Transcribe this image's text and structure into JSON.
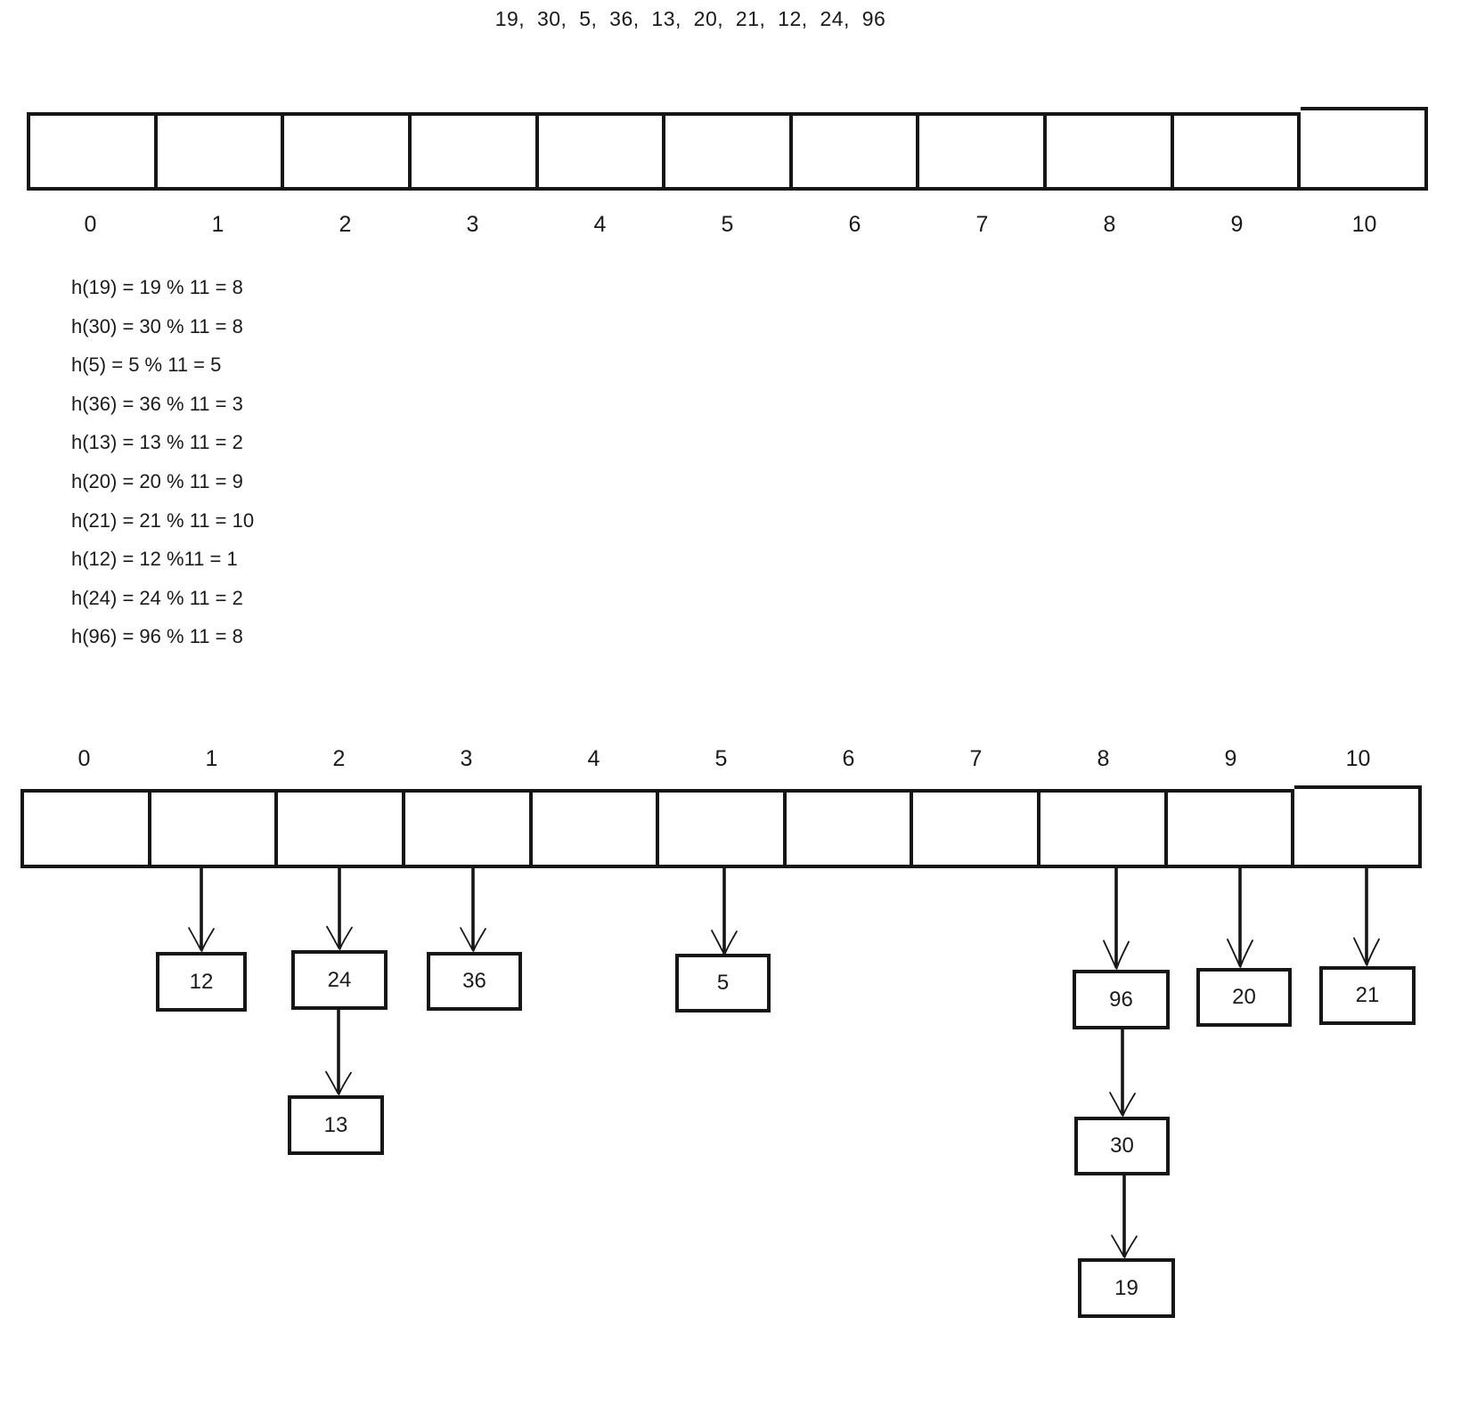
{
  "colors": {
    "ink": "#1a1a1a"
  },
  "sequence": "19,  30,  5,  36,  13,  20,  21,  12,  24,  96",
  "table_size": 11,
  "index_labels": [
    "0",
    "1",
    "2",
    "3",
    "4",
    "5",
    "6",
    "7",
    "8",
    "9",
    "10"
  ],
  "hash_lines": [
    "h(19) = 19 % 11 = 8",
    "h(30) = 30 % 11 = 8",
    "h(5) = 5 % 11 = 5",
    "h(36) = 36 % 11 = 3",
    "h(13) = 13 % 11 = 2",
    "h(20) = 20 % 11 = 9",
    "h(21) = 21 % 11 = 10",
    "h(12) = 12 %11 = 1",
    "h(24) = 24 % 11 = 2",
    "h(96) = 96 % 11 = 8"
  ],
  "chains": [
    {
      "bucket": "1",
      "values": [
        "12"
      ]
    },
    {
      "bucket": "2",
      "values": [
        "24",
        "13"
      ]
    },
    {
      "bucket": "3",
      "values": [
        "36"
      ]
    },
    {
      "bucket": "5",
      "values": [
        "5"
      ]
    },
    {
      "bucket": "8",
      "values": [
        "96",
        "30",
        "19"
      ]
    },
    {
      "bucket": "9",
      "values": [
        "20"
      ]
    },
    {
      "bucket": "10",
      "values": [
        "21"
      ]
    }
  ]
}
